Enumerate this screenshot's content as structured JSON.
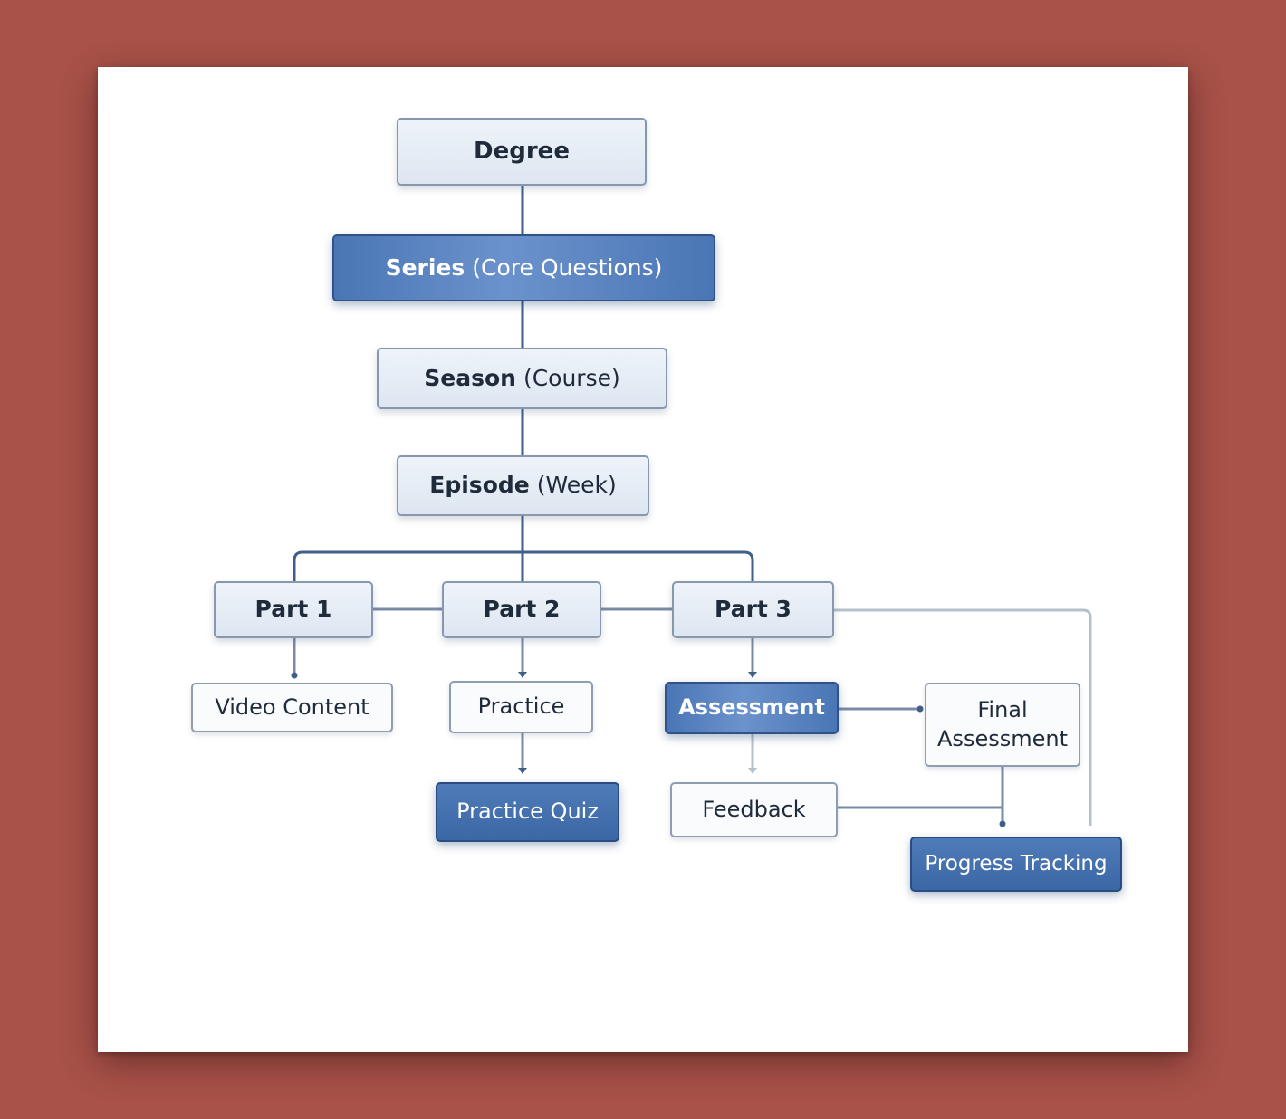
{
  "nodes": {
    "degree": {
      "label": "Degree"
    },
    "series": {
      "label": "Series",
      "sub": "(Core Questions)"
    },
    "season": {
      "label": "Season",
      "sub": "(Course)"
    },
    "episode": {
      "label": "Episode",
      "sub": "(Week)"
    },
    "part1": {
      "label": "Part 1"
    },
    "part2": {
      "label": "Part 2"
    },
    "part3": {
      "label": "Part 3"
    },
    "video_content": {
      "label": "Video Content"
    },
    "practice": {
      "label": "Practice"
    },
    "practice_quiz": {
      "label": "Practice Quiz"
    },
    "assessment": {
      "label": "Assessment"
    },
    "feedback": {
      "label": "Feedback"
    },
    "final_assessment": {
      "line1": "Final",
      "line2": "Assessment"
    },
    "progress_tracking": {
      "label": "Progress Tracking"
    }
  },
  "colors": {
    "background": "#a85249",
    "connector": "#3f5f8a",
    "connector_light": "#aeb9c8",
    "accent_blue": "#4a76b5"
  }
}
